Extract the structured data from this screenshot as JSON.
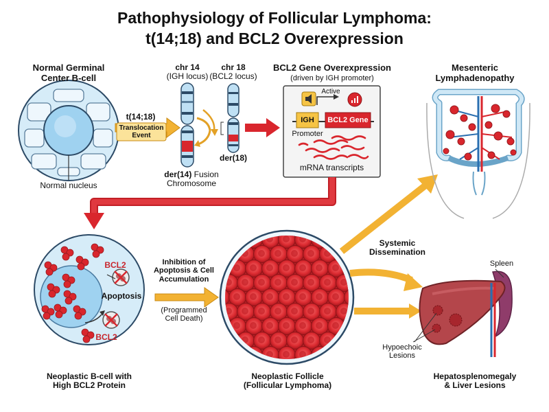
{
  "title": {
    "line1": "Pathophysiology of Follicular Lymphoma:",
    "line2": "t(14;18) and BCL2 Overexpression"
  },
  "normal_cell": {
    "label_line1": "Normal Germinal",
    "label_line2": "Center B-cell",
    "nucleus_label": "Normal nucleus"
  },
  "translocation": {
    "code": "t(14;18)",
    "box_line1": "Translocation",
    "box_line2": "Event",
    "chr14_line1": "chr 14",
    "chr14_line2": "(IGH locus)",
    "chr18_line1": "chr 18",
    "chr18_line2": "(BCL2 locus)",
    "der14_bold": "der(14)",
    "der14_rest": "Fusion",
    "der14_line2": "Chromosome",
    "der18": "der(18)"
  },
  "overexpression": {
    "title": "BCL2 Gene Overexpression",
    "subtitle": "(driven by IGH promoter)",
    "active": "Active",
    "igh": "IGH",
    "gene": "BCL2 Gene",
    "promoter": "Promoter",
    "mrna": "mRNA transcripts"
  },
  "neoplastic_cell": {
    "bcl2_top": "BCL2",
    "bcl2_bottom": "BCL2",
    "apoptosis": "Apoptosis",
    "label_line1": "Neoplastic B-cell with",
    "label_line2": "High BCL2 Protein"
  },
  "inhibition": {
    "line1": "Inhibition of",
    "line2": "Apoptosis & Cell",
    "line3": "Accumulation",
    "note_line1": "(Programmed",
    "note_line2": "Cell Death)"
  },
  "follicle": {
    "label_line1": "Neoplastic Follicle",
    "label_line2": "(Follicular Lymphoma)"
  },
  "mesenteric": {
    "label_line1": "Mesenteric",
    "label_line2": "Lymphadenopathy"
  },
  "dissemination": {
    "line1": "Systemic",
    "line2": "Dissemination"
  },
  "liver": {
    "spleen": "Spleen",
    "lesion_line1": "Hypoechoic",
    "lesion_line2": "Lesions",
    "label_line1": "Hepatosplenomegaly",
    "label_line2": "& Liver Lesions"
  },
  "colors": {
    "red": "#d9262d",
    "orange_arrow": "#f2b233",
    "cell_blue": "#cde6f7",
    "liver": "#b4464b"
  }
}
